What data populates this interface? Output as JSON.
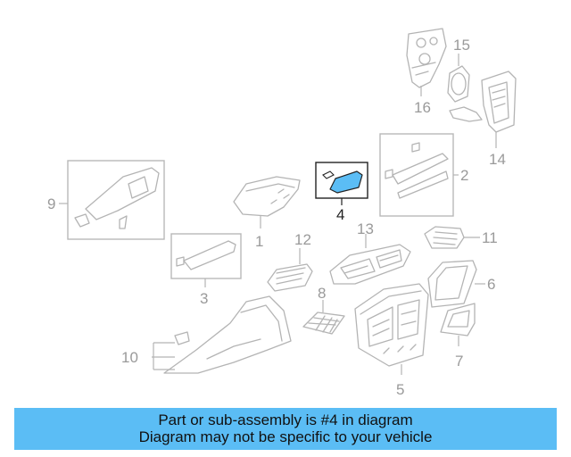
{
  "diagram": {
    "callouts": [
      "1",
      "2",
      "3",
      "4",
      "5",
      "6",
      "7",
      "8",
      "9",
      "10",
      "11",
      "12",
      "13",
      "14",
      "15",
      "16"
    ],
    "highlighted_part": "4",
    "highlight_color": "#5bbdf5"
  },
  "banner": {
    "line1": "Part or sub-assembly is #4 in diagram",
    "line2": "Diagram may not be specific to your vehicle",
    "background": "#5bbdf5"
  }
}
